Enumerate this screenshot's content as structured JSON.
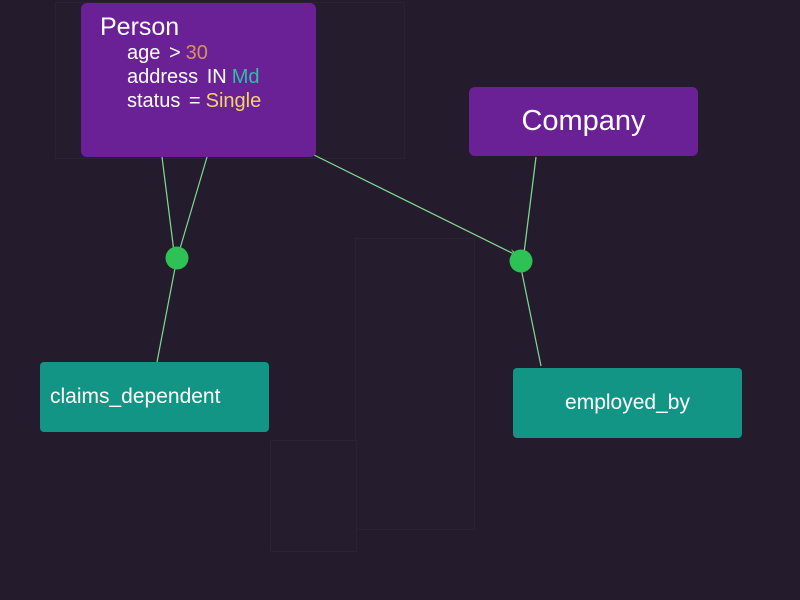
{
  "diagram": {
    "background_color": "#241c2d",
    "colors": {
      "entity_node": "#6b2196",
      "relation_node": "#129585",
      "edge": "#7fdc90",
      "junction": "#2ec256",
      "text": "#ffffff"
    },
    "person": {
      "title": "Person",
      "conditions": [
        {
          "field": "age",
          "op": ">",
          "value": "30",
          "value_color": "#d4935a"
        },
        {
          "field": "address",
          "op": "IN",
          "value": "Md",
          "value_color": "#2fbfa5"
        },
        {
          "field": "status",
          "op": "=",
          "value": "Single",
          "value_color": "#f2d36b"
        }
      ]
    },
    "company": {
      "title": "Company"
    },
    "relations": {
      "claims_dependent": {
        "label": "claims_dependent"
      },
      "employed_by": {
        "label": "employed_by"
      }
    }
  }
}
